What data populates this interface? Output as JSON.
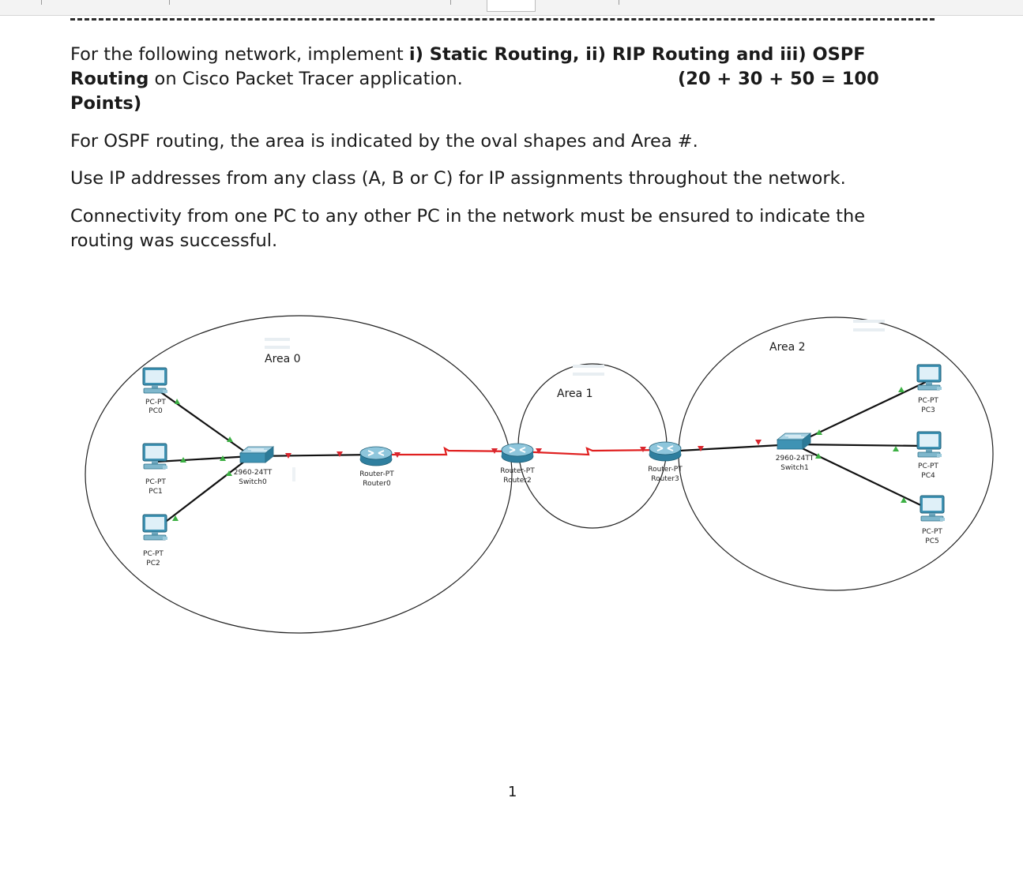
{
  "document": {
    "paragraph1": {
      "t1": "For the following network, implement ",
      "b1": "i) Static Routing, ii) RIP Routing and iii) OSPF",
      "b2": "Routing",
      "t2": " on Cisco Packet Tracer application.",
      "points_a": "(20 + 30 + 50 = 100",
      "points_b": "Points)"
    },
    "paragraph2": "For OSPF routing, the area is indicated by the oval shapes and Area #.",
    "paragraph3": "Use IP addresses from any class (A, B or C) for IP assignments throughout the network.",
    "paragraph4_line1": "Connectivity from one PC to any other PC in the network must be ensured to indicate the",
    "paragraph4_line2": "routing was successful.",
    "page_number": "1"
  },
  "diagram": {
    "areas": {
      "area0": "Area 0",
      "area1": "Area 1",
      "area2": "Area 2"
    },
    "pcs": {
      "pc0": {
        "type": "PC-PT",
        "name": "PC0"
      },
      "pc1": {
        "type": "PC-PT",
        "name": "PC1"
      },
      "pc2": {
        "type": "PC-PT",
        "name": "PC2"
      },
      "pc3": {
        "type": "PC-PT",
        "name": "PC3"
      },
      "pc4": {
        "type": "PC-PT",
        "name": "PC4"
      },
      "pc5": {
        "type": "PC-PT",
        "name": "PC5"
      }
    },
    "switches": {
      "switch0": {
        "type": "2960-24TT",
        "name": "Switch0"
      },
      "switch1": {
        "type": "2960-24TT",
        "name": "Switch1"
      }
    },
    "routers": {
      "router0": {
        "type": "Router-PT",
        "name": "Router0"
      },
      "router2": {
        "type": "Router-PT",
        "name": "Router2"
      },
      "router3": {
        "type": "Router-PT",
        "name": "Router3"
      }
    },
    "colors": {
      "ethernet_link": "#111111",
      "serial_link": "#e02020",
      "link_up": "#3cb043",
      "link_down": "#d9262e",
      "device_blue": "#3f93b4",
      "oval": "#222222"
    }
  }
}
